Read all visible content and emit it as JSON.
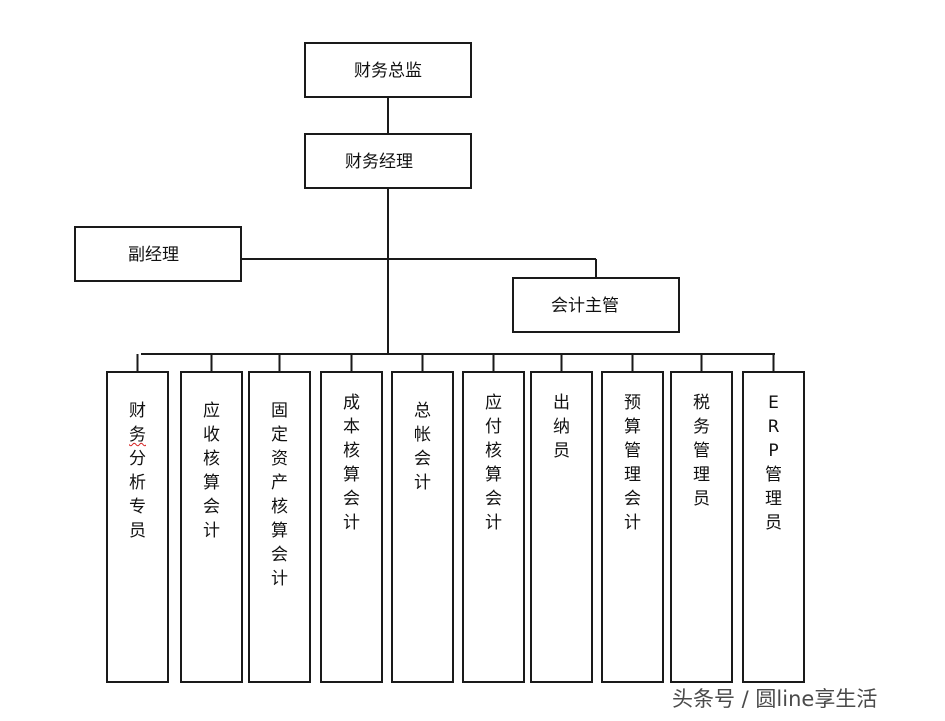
{
  "top": {
    "director": "财务总监",
    "manager": "财务经理",
    "deputy": "副经理",
    "supervisor": "会计主管"
  },
  "positions": [
    {
      "label": "财务分析专员",
      "wavy_char": 1
    },
    {
      "label": "应收核算会计"
    },
    {
      "label": "固定资产核算会计"
    },
    {
      "label": "成本核算会计"
    },
    {
      "label": "总帐会计"
    },
    {
      "label": "应付核算会计"
    },
    {
      "label": "出纳员"
    },
    {
      "label": "预算管理会计"
    },
    {
      "label": "税务管理员"
    },
    {
      "label": "ERP管理员"
    }
  ],
  "watermark": "头条号 / 圆line享生活",
  "colors": {
    "line": "#1a1a1a",
    "spellcheck": "#d42020",
    "watermark": "#4a4a4a"
  }
}
